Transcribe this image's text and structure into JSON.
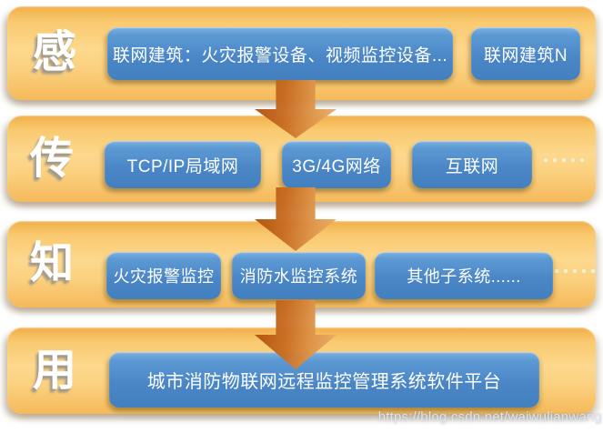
{
  "diagram": {
    "title_concept": "感传知用",
    "watermark": "https://blog.csdn.net/waiwulianwang",
    "colors": {
      "bar_orange_mid": "#fdd88d",
      "bar_orange_edge": "#f2ae48",
      "node_blue_top": "#7fb2e2",
      "node_blue_bottom": "#4380c0",
      "arrow_dark": "#b2520e",
      "arrow_light": "#eab06a",
      "text_white": "#ffffff",
      "dots_color": "#e9f4d9"
    },
    "rows": [
      {
        "id": "sense",
        "label": "感",
        "boxes": [
          "联网建筑：火灾报警设备、视频监控设备...",
          "联网建筑N"
        ],
        "has_more": false
      },
      {
        "id": "transmit",
        "label": "传",
        "boxes": [
          "TCP/IP局域网",
          "3G/4G网络",
          "互联网"
        ],
        "has_more": true
      },
      {
        "id": "know",
        "label": "知",
        "boxes": [
          "火灾报警监控",
          "消防水监控系统",
          "其他子系统......"
        ],
        "has_more": true
      },
      {
        "id": "use",
        "label": "用",
        "boxes": [
          "城市消防物联网远程监控管理系统软件平台"
        ],
        "has_more": false
      }
    ]
  }
}
